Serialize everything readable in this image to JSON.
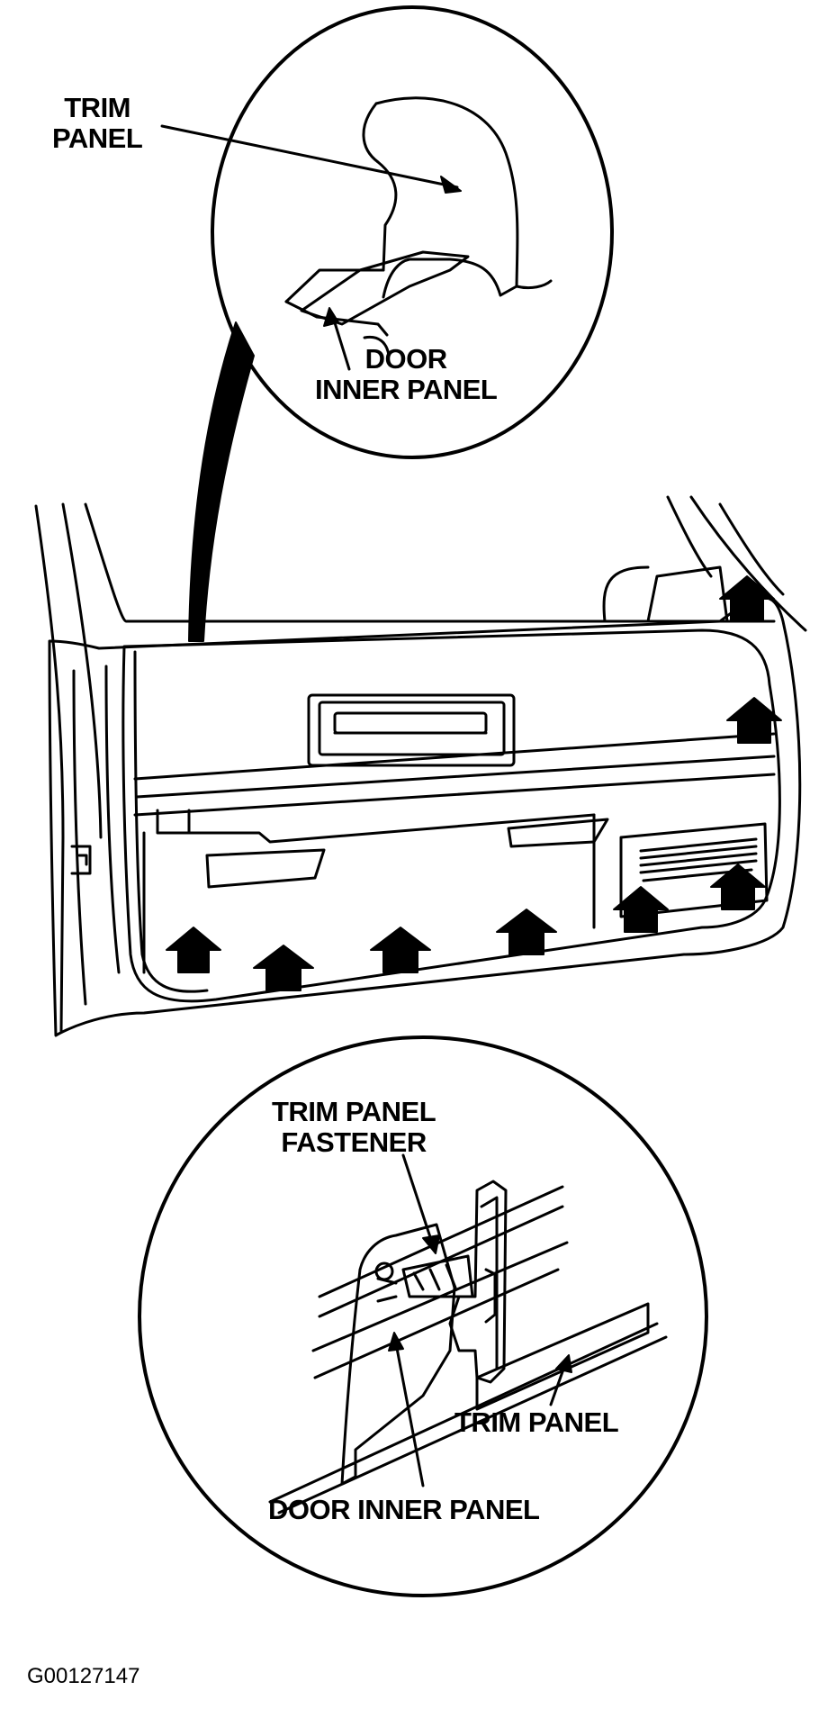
{
  "labels": {
    "top_trim_panel_line1": "TRIM",
    "top_trim_panel_line2": "PANEL",
    "top_door_inner_line1": "DOOR",
    "top_door_inner_line2": "INNER PANEL",
    "fastener_line1": "TRIM PANEL",
    "fastener_line2": "FASTENER",
    "bottom_trim_panel": "TRIM PANEL",
    "bottom_door_inner": "DOOR INNER PANEL"
  },
  "figure_id": "G00127147"
}
